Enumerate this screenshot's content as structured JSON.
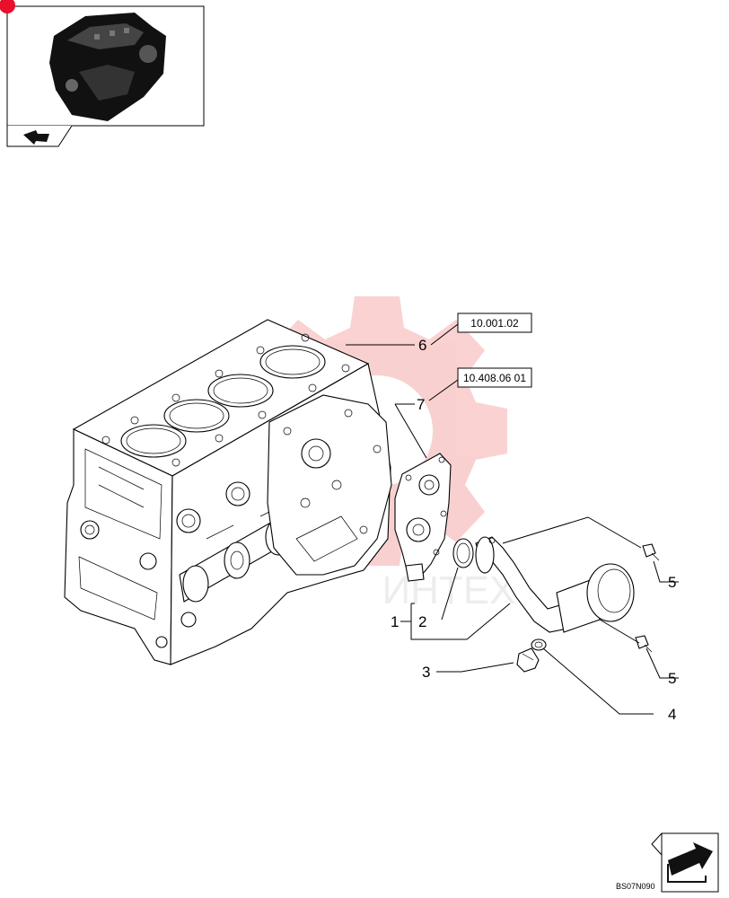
{
  "ref_boxes": {
    "block_ref": "10.001.02",
    "cover_ref": "10.408.06 01"
  },
  "callouts": {
    "c1": "1",
    "c2": "2",
    "c3": "3",
    "c4": "4",
    "c5a": "5",
    "c5b": "5",
    "c6": "6",
    "c7": "7"
  },
  "watermark": {
    "text": "ИНТЕХ",
    "color": "#e83030"
  },
  "drawing_code": "BS07N090",
  "icons": {
    "thumbnail": "engine-thumbnail-icon",
    "thumb_nav": "back-arrow-icon",
    "page_nav": "next-page-arrow-icon"
  }
}
